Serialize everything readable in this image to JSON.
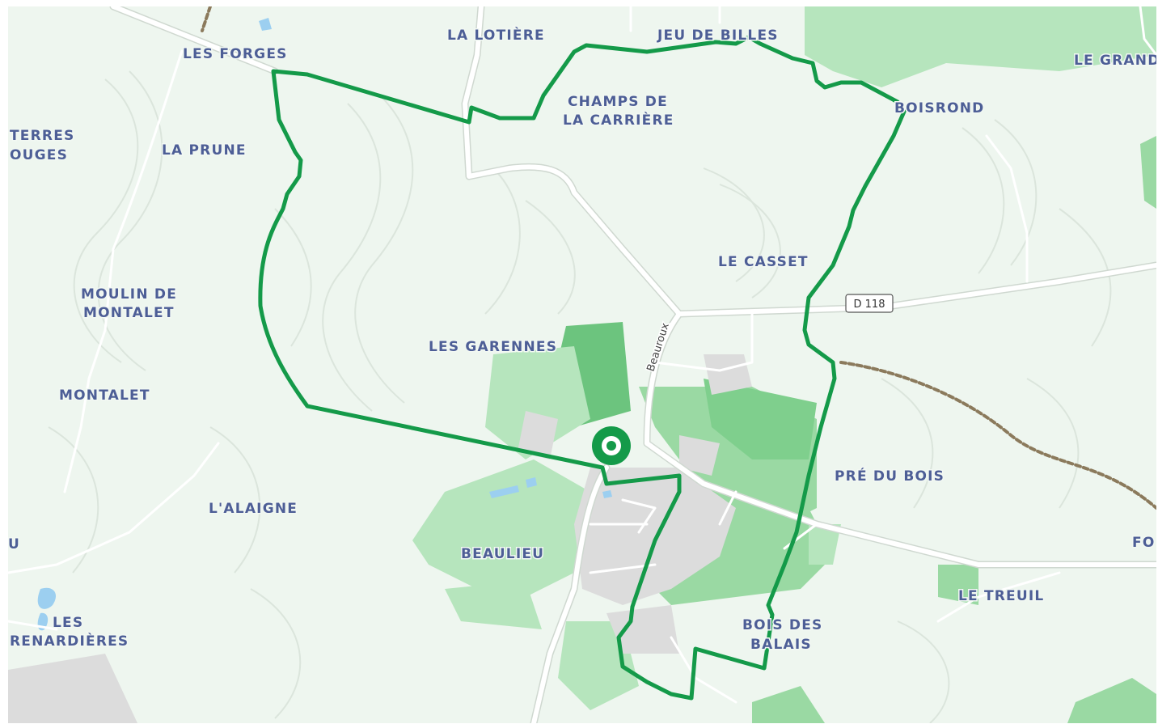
{
  "map": {
    "places": {
      "les_forges": "LES FORGES",
      "la_lotiere": "LA LOTIÈRE",
      "jeu_de_billes": "JEU DE BILLES",
      "le_grand": "LE GRAND",
      "champs_line1": "CHAMPS DE",
      "champs_line2": "LA CARRIÈRE",
      "boisrond": "BOISROND",
      "terres_line1": "TERRES",
      "terres_line2": "OUGES",
      "la_prune": "LA PRUNE",
      "le_casset": "LE CASSET",
      "moulin_line1": "MOULIN DE",
      "moulin_line2": "MONTALET",
      "les_garennes": "LES GARENNES",
      "montalet": "MONTALET",
      "pre_du_bois": "PRÉ DU BOIS",
      "lalaigne": "L'ALAIGNE",
      "beaulieu": "BEAULIEU",
      "fo": "FO",
      "u": "U",
      "le_treuil": "LE TREUIL",
      "bois_line1": "BOIS DES",
      "bois_line2": "BALAIS",
      "les_line1": "LES",
      "les_line2": "RENARDIÈRES"
    },
    "road_label": "Beauroux",
    "road_shield": "D 118",
    "colors": {
      "background": "#eef6ef",
      "forest": "#9ad9a3",
      "forest_dark": "#6cc47e",
      "route": "#149a49",
      "road": "#ffffff",
      "urban": "#dcdcdc",
      "contour": "#dde6de",
      "water": "#9ccff0",
      "track": "#8b7a5c"
    },
    "marker_icon": "start-marker-icon"
  }
}
